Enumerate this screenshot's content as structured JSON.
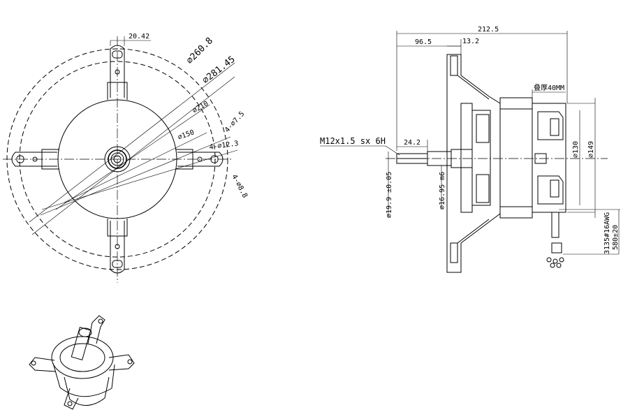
{
  "front_view": {
    "dim_width": "20.42",
    "dia_outer": "∅260.8",
    "dia_mount": "∅281.45",
    "dia_210": "∅210",
    "dia_150": "∅150",
    "slot_r75": "4-∅7.5",
    "slot_123": "4-∅12.3",
    "slot_88": "4-∅8.8"
  },
  "side_view": {
    "dim_total": "212.5",
    "dim_965": "96.5",
    "dim_132": "13.2",
    "stack": "叠厚40MM",
    "thread": "M12x1.5 sx 6H",
    "dim_242": "24.2",
    "shaft_dia": "∅19.9 ±0.05",
    "shaft_dia2": "∅16.95 m6",
    "dia_130": "∅130",
    "dia_149": "∅149",
    "lead_awg": "3135#16AWG",
    "lead_len": "580±20"
  }
}
